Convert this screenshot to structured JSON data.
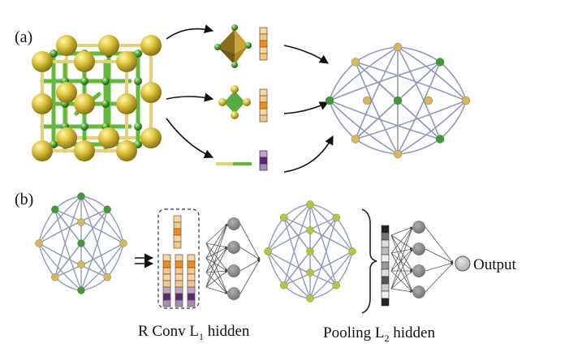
{
  "panel_a": {
    "label": "(a)"
  },
  "panel_b": {
    "label": "(b)",
    "conv_label": {
      "prefix": "R Conv L",
      "sub": "1",
      "suffix": " hidden"
    },
    "pool_label": {
      "prefix": "Pooling L",
      "sub": "2",
      "suffix": " hidden"
    },
    "output_label": "Output"
  },
  "colors": {
    "edge": "#8f9bb8",
    "node_green": "#3f9a32",
    "node_gold": "#d8b85a",
    "neuron": "#8a8a8a",
    "atom_gold": "#d9c23a",
    "bond_green": "#62b93c"
  }
}
